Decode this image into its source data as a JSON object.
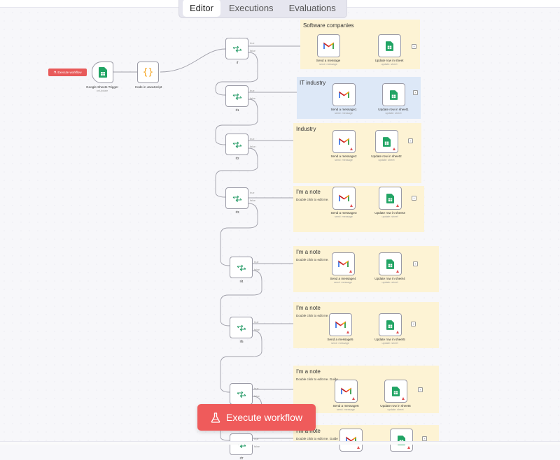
{
  "tabs": [
    {
      "label": "Editor",
      "active": true
    },
    {
      "label": "Executions",
      "active": false
    },
    {
      "label": "Evaluations",
      "active": false
    }
  ],
  "small_execute_label": "Execute workflow",
  "execute_button_label": "Execute workflow",
  "trigger": {
    "name": "Google Sheets Trigger",
    "sub": "onUpdate"
  },
  "code_node": {
    "name": "Code in JavaScript"
  },
  "if_nodes": [
    "If",
    "If1",
    "If2",
    "If3",
    "If4",
    "If5",
    "If6",
    "If7"
  ],
  "branch_labels": {
    "true": "true",
    "false": "false"
  },
  "stickies": [
    {
      "title": "Software companies",
      "sub": "",
      "color": "yellow"
    },
    {
      "title": "IT industry",
      "sub": "",
      "color": "blue"
    },
    {
      "title": "Industry",
      "sub": "",
      "color": "yellow"
    },
    {
      "title": "I'm a note",
      "sub": "Double click to edit me.",
      "color": "yellow"
    },
    {
      "title": "I'm a note",
      "sub": "Double click to edit me.",
      "color": "yellow"
    },
    {
      "title": "I'm a note",
      "sub": "Double click to edit me.",
      "color": "yellow"
    },
    {
      "title": "I'm a note",
      "sub": "Double click to edit me. Guide",
      "color": "yellow"
    },
    {
      "title": "I'm a note",
      "sub": "Double click to edit me. Guide",
      "color": "yellow"
    }
  ],
  "gmail_nodes": [
    {
      "name": "Send a message",
      "sub": "send: message",
      "warning": false
    },
    {
      "name": "Send a message1",
      "sub": "send: message",
      "warning": false
    },
    {
      "name": "Send a message2",
      "sub": "send: message",
      "warning": true
    },
    {
      "name": "Send a message3",
      "sub": "send: message",
      "warning": true
    },
    {
      "name": "Send a message4",
      "sub": "send: message",
      "warning": true
    },
    {
      "name": "Send a message5",
      "sub": "send: message",
      "warning": true
    },
    {
      "name": "Send a message6",
      "sub": "send: message",
      "warning": true
    },
    {
      "name": "",
      "sub": "",
      "warning": true
    }
  ],
  "sheet_nodes": [
    {
      "name": "Update row in sheet",
      "sub": "update: sheet",
      "warning": false
    },
    {
      "name": "Update row in sheet1",
      "sub": "update: sheet",
      "warning": false
    },
    {
      "name": "Update row in sheet2",
      "sub": "update: sheet",
      "warning": true
    },
    {
      "name": "Update row in sheet3",
      "sub": "update: sheet",
      "warning": true
    },
    {
      "name": "Update row in sheet4",
      "sub": "update: sheet",
      "warning": true
    },
    {
      "name": "Update row in sheet5",
      "sub": "update: sheet",
      "warning": true
    },
    {
      "name": "Update row in sheet6",
      "sub": "update: sheet",
      "warning": true
    },
    {
      "name": "",
      "sub": "",
      "warning": true
    }
  ],
  "colors": {
    "accent": "#ef5b5b",
    "sheets_green": "#21a464",
    "gmail_red": "#ea4335",
    "if_green": "#2a9d6a",
    "code_orange": "#f5a623"
  }
}
